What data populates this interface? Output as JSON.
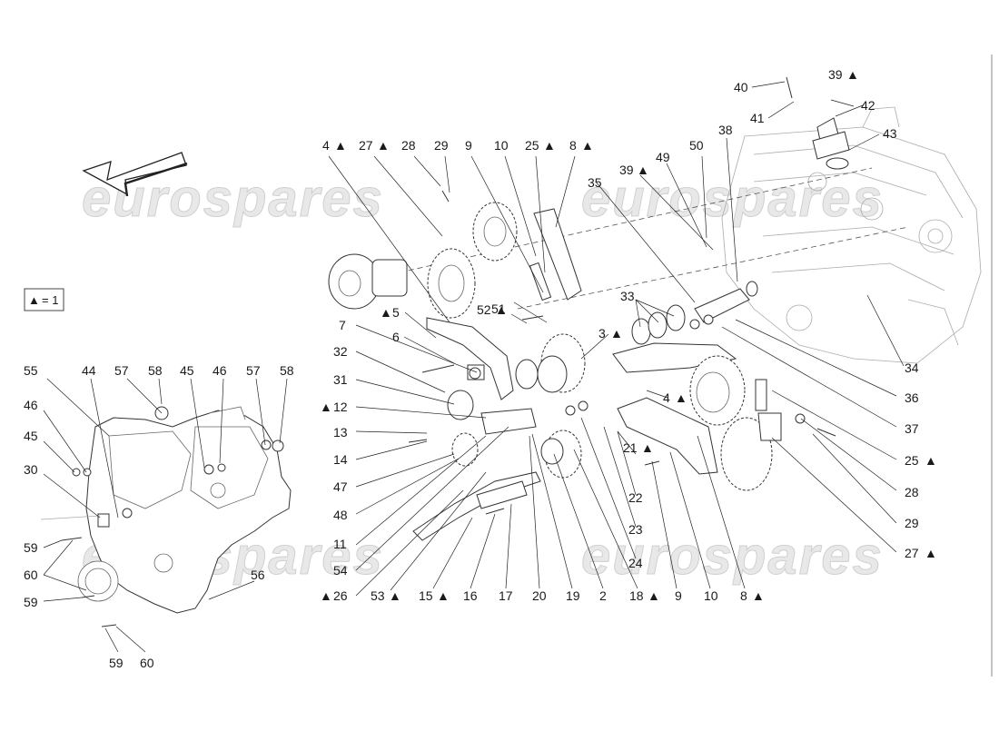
{
  "watermark": "eurospares",
  "legend": {
    "symbol": "▲",
    "text": "= 1"
  },
  "labels": {
    "l4a": "4",
    "l27a": "27",
    "l28a": "28",
    "l29a": "29",
    "l9a": "9",
    "l10a": "10",
    "l25a": "25",
    "l8a": "8",
    "l40": "40",
    "l39a": "39",
    "l41": "41",
    "l42": "42",
    "l43": "43",
    "l50": "50",
    "l38": "38",
    "l39b": "39",
    "l49": "49",
    "l35": "35",
    "l51": "51",
    "l52": "52",
    "l33": "33",
    "l7": "7",
    "l5": "5",
    "l6": "6",
    "l32": "32",
    "l31": "31",
    "l3": "3",
    "l4b": "4",
    "l34": "34",
    "l36": "36",
    "l37": "37",
    "l25b": "25",
    "l28b": "28",
    "l29b": "29",
    "l27b": "27",
    "l12": "12",
    "l13": "13",
    "l14": "14",
    "l47": "47",
    "l48": "48",
    "l11": "11",
    "l54": "54",
    "l26": "26",
    "l53": "53",
    "l15": "15",
    "l16": "16",
    "l17": "17",
    "l20": "20",
    "l19": "19",
    "l2": "2",
    "l18": "18",
    "l9b": "9",
    "l10b": "10",
    "l8b": "8",
    "l21": "21",
    "l22": "22",
    "l23": "23",
    "l24": "24",
    "l55": "55",
    "l44": "44",
    "l57a": "57",
    "l58a": "58",
    "l45a": "45",
    "l46a": "46",
    "l57b": "57",
    "l58b": "58",
    "l46b": "46",
    "l45b": "45",
    "l30": "30",
    "l59a": "59",
    "l60a": "60",
    "l59b": "59",
    "l56": "56",
    "l59c": "59",
    "l60b": "60"
  }
}
